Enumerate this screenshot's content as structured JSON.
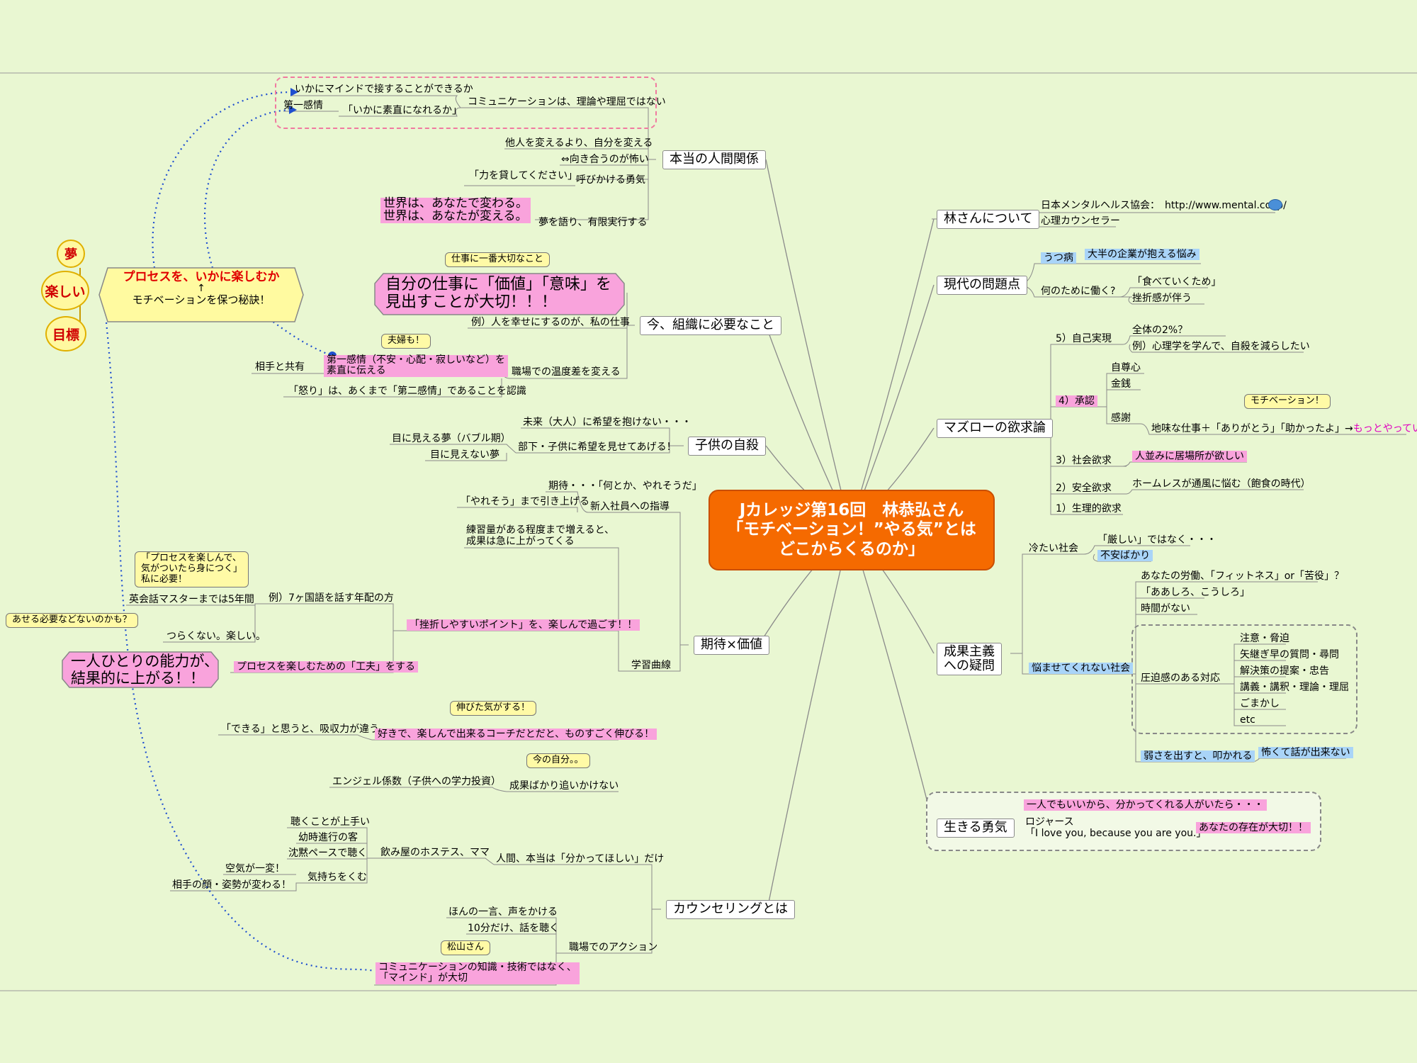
{
  "central": {
    "title": "Jカレッジ第16回　林恭弘さん\n「モチベーション！”やる気”とは\nどこからくるのか」",
    "color": "#f56a00"
  },
  "left_panel": {
    "circles": [
      "夢",
      "楽しい",
      "目標"
    ],
    "callout_title": "プロセスを、いかに楽しむか",
    "callout_arrow": "↑",
    "callout_sub": "モチベーションを保つ秘訣！"
  },
  "branches": {
    "hayashi": {
      "label": "林さんについて",
      "items": [
        "日本メンタルヘルス協会：　http://www.mental.co.jp/",
        "心理カウンセラー"
      ]
    },
    "modern": {
      "label": "現代の問題点",
      "utsu": "うつ病",
      "utsu_note": "大半の企業が抱える悩み",
      "why": "何のために働く?",
      "why_items": [
        "「食べていくため」",
        "挫折感が伴う"
      ]
    },
    "maslow": {
      "label": "マズローの欲求論",
      "l5": "5）自己実現",
      "l5_items": [
        "全体の2%？",
        "例）心理学を学んで、自殺を減らしたい"
      ],
      "l4": "4）承認",
      "l4_items": [
        "自尊心",
        "金銭",
        "感謝"
      ],
      "gratitude_note": "地味な仕事＋「ありがとう」「助かったよ」→",
      "gratitude_note2": "もっとやっていこう！",
      "callout": "モチベーション！",
      "l3": "3）社会欲求",
      "l3_note": "人並みに居場所が欲しい",
      "l2": "2）安全欲求",
      "l2_note": "ホームレスが通風に悩む（飽食の時代）",
      "l1": "1）生理的欲求"
    },
    "results": {
      "label": "成果主義\nへの疑問",
      "cold": "冷たい社会",
      "cold_items": [
        "「厳しい」ではなく・・・",
        "不安ばかり"
      ],
      "nowory": "悩ませてくれない社会",
      "nowory_items": [
        "あなたの労働、「フィットネス」or「苦役」？",
        "「ああしろ、こうしろ」",
        "時間がない"
      ],
      "pressure": "圧迫感のある対応",
      "pressure_items": [
        "注意・脅迫",
        "矢継ぎ早の質問・尋問",
        "解決策の提案・忠告",
        "講義・講釈・理論・理屈",
        "ごまかし",
        "etc"
      ],
      "weak": "弱さを出すと、叩かれる",
      "weak_note": "怖くて話が出来ない"
    },
    "courage": {
      "label": "生きる勇気",
      "note1": "一人でもいいから、分かってくれる人がいたら・・・",
      "rogers": "ロジャース",
      "rogers_quote": "「I love you, because you are you.」",
      "rogers_note": "あなたの存在が大切！！"
    },
    "relations": {
      "label": "本当の人間関係",
      "mind": "いかにマインドで接することができるか",
      "first": "第一感情",
      "first_q": "「いかに素直になれるか」",
      "comm": "コミュニケーションは、理論や理屈ではない",
      "change": "他人を変えるより、自分を変える",
      "face": "⇔向き合うのが怖い",
      "help": "「力を貸してください」",
      "courage_call": "呼びかける勇気",
      "world1": "世界は、あなたで変わる。",
      "world2": "世界は、あなたが変える。",
      "dream": "夢を語り、有限実行する"
    },
    "org": {
      "label": "今、組織に必要なこと",
      "callout": "仕事に一番大切なこと",
      "big1": "自分の仕事に「価値」「意味」を",
      "big2": "見出すことが大切！！！",
      "example": "例）人を幸せにするのが、私の仕事",
      "temp": "職場での温度差を変える",
      "share": "相手と共有",
      "first_feel1": "第一感情（不安・心配・寂しいなど）を",
      "first_feel2": "素直に伝える",
      "couple": "夫婦も！",
      "anger": "「怒り」は、あくまで「第二感情」であることを認識"
    },
    "suicide": {
      "label": "子供の自殺",
      "future": "未来（大人）に希望を抱けない・・・",
      "show": "部下・子供に希望を見せてあげる！",
      "visible": "目に見える夢（バブル期）",
      "invisible": "目に見えない夢"
    },
    "expect": {
      "label": "期待×価値",
      "expect_note": "期待・・・「何とか、やれそうだ」",
      "newhire": "新入社員への指導",
      "yaresou": "「やれそう」まで引き上げる",
      "learn": "学習曲線",
      "practice1": "練習量がある程度まで増えると、",
      "practice2": "成果は急に上がってくる",
      "english": "英会話マスターまでは5年間",
      "example7": "例）7ヶ国語を話す年配の方",
      "enjoy_callout1": "「プロセスを楽しんで、",
      "enjoy_callout2": "気がついたら身につく」",
      "enjoy_callout3": "私に必要！",
      "no_hurry": "あせる必要などないのかも？",
      "tough": "つらくない。楽しい。",
      "point": "「挫折しやすいポイント」を、楽しんで過ごす！！",
      "ability1": "一人ひとりの能力が、",
      "ability2": "結果的に上がる！！",
      "kufuu": "プロセスを楽しむための「工夫」をする",
      "grow_callout": "伸びた気がする！",
      "dekiru": "「できる」と思うと、吸収力が違う",
      "coach": "好きで、楽しんで出来るコーチだとだと、ものすごく伸びる！",
      "now_callout": "今の自分。。",
      "angel": "エンジェル係数（子供への学力投資）",
      "results_only": "成果ばかり追いかけない"
    },
    "counsel": {
      "label": "カウンセリングとは",
      "understand": "人間、本当は「分かってほしい」だけ",
      "hostess": "飲み屋のホステス、ママ",
      "h_items": [
        "聴くことが上手い",
        "幼時進行の客",
        "沈黙ペースで聴く",
        "気持ちをくむ"
      ],
      "air": "空気が一変！",
      "face": "相手の顔・姿勢が変わる！",
      "action": "職場でのアクション",
      "a_items": [
        "ほんの一言、声をかける",
        "10分だけ、話を聴く"
      ],
      "matsuyama": "松山さん",
      "mind1": "コミュニケーションの知識・技術ではなく、",
      "mind2": "「マインド」が大切"
    }
  }
}
